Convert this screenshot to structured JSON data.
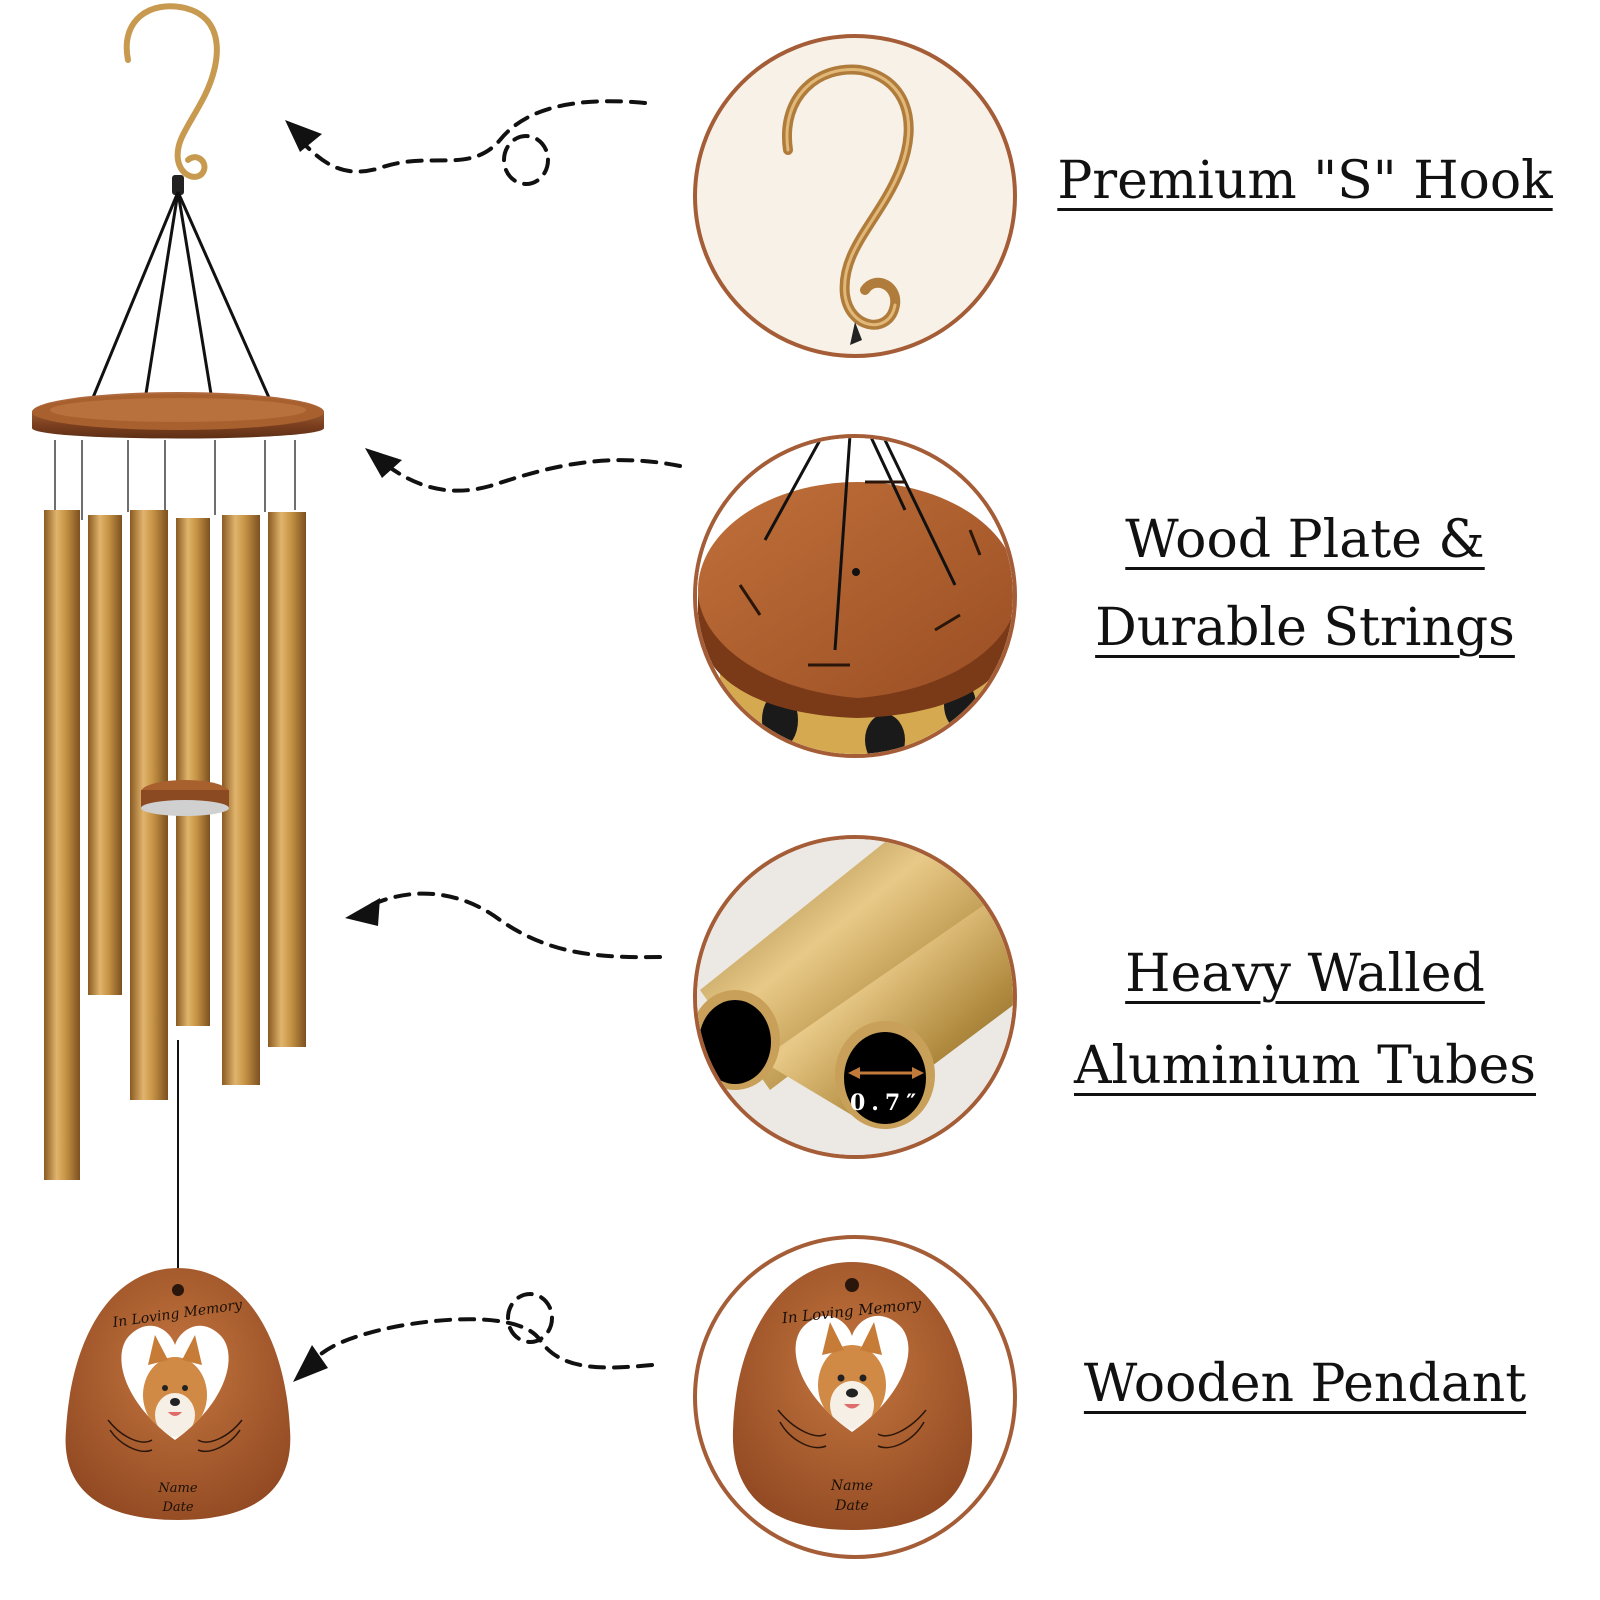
{
  "features": [
    {
      "key": "hook",
      "lines": [
        "Premium \"S\" Hook"
      ]
    },
    {
      "key": "wood",
      "lines": [
        "Wood Plate &",
        "Durable Strings"
      ]
    },
    {
      "key": "tubes",
      "lines": [
        "Heavy Walled",
        "Aluminium Tubes"
      ]
    },
    {
      "key": "pendant",
      "lines": [
        "Wooden Pendant"
      ]
    }
  ],
  "tube_diameter_label": "0.7″",
  "pendant": {
    "heading": "In Loving Memory",
    "name": "Name",
    "date": "Date"
  },
  "colors": {
    "brass": "#c39043",
    "wood": "#a9582c",
    "circle_border": "#a45d36",
    "hook_gold": "#c79a4f"
  }
}
